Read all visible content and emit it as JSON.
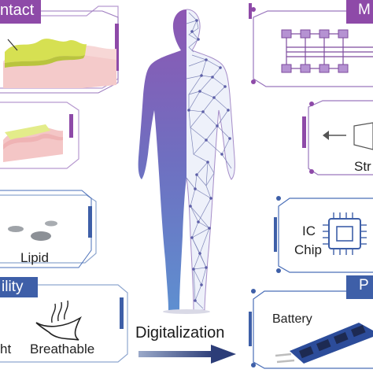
{
  "left_panels": {
    "contact_header": "ntact",
    "lipid_label": "Lipid",
    "ability_header": "ility",
    "light_label": "ht",
    "breathable_label": "Breathable"
  },
  "center": {
    "arrow_label": "Digitalization"
  },
  "right_panels": {
    "top_header": "M",
    "stretch_label": "Str",
    "ic_chip_label_line1": "IC",
    "ic_chip_label_line2": "Chip",
    "bottom_header": "P",
    "battery_label": "Battery"
  },
  "colors": {
    "purple": "#8e4aa8",
    "purple_dark": "#6a2c8c",
    "blue": "#4a6fb8",
    "navy": "#2f3f7a",
    "skin": "#f2c4c4",
    "yellow_green": "#d7e35a"
  }
}
